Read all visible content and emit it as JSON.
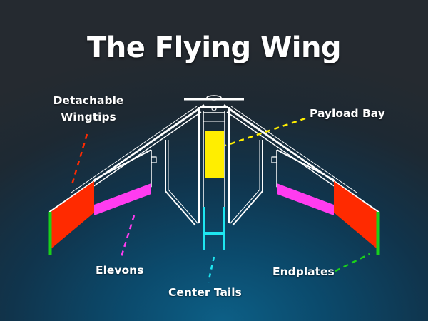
{
  "title": "The Flying Wing",
  "labels": {
    "wingtips_line1": "Detachable",
    "wingtips_line2": "Wingtips",
    "payload": "Payload Bay",
    "elevons": "Elevons",
    "endplates": "Endplates",
    "center_tails": "Center Tails"
  },
  "colors": {
    "wingtips": "#ff2a00",
    "elevons": "#ff3cf0",
    "payload": "#ffee00",
    "endplates": "#1ad11a",
    "center_tails": "#1ee6f0",
    "frame": "#ffffff"
  }
}
